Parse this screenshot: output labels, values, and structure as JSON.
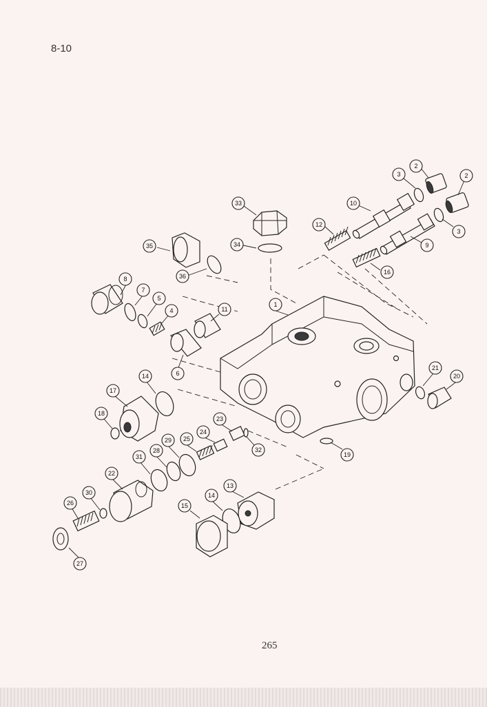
{
  "page": {
    "section_number": "8-10",
    "page_number": "265"
  },
  "diagram": {
    "callouts": [
      "1",
      "2",
      "2",
      "3",
      "3",
      "4",
      "5",
      "6",
      "7",
      "8",
      "9",
      "10",
      "11",
      "12",
      "13",
      "14",
      "14",
      "15",
      "16",
      "17",
      "18",
      "19",
      "20",
      "21",
      "22",
      "23",
      "24",
      "25",
      "26",
      "27",
      "28",
      "29",
      "30",
      "31",
      "32",
      "33",
      "34",
      "35",
      "36"
    ]
  }
}
